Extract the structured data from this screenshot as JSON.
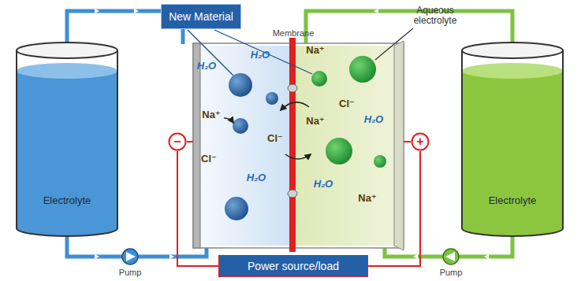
{
  "diagram": {
    "nodes": [
      {
        "text": [
          "New Material"
        ]
      },
      {
        "text": [
          "Electrolyte"
        ]
      },
      {
        "text": [
          "−"
        ]
      },
      {
        "text": [
          "+"
        ]
      },
      {
        "text": [
          "Electrolyte"
        ]
      },
      {
        "text": [
          "Power source/load"
        ]
      }
    ],
    "edges": [
      {
        "from": 5,
        "to": 2,
        "arrow": "none"
      },
      {
        "from": 5,
        "to": 3,
        "arrow": "none"
      }
    ],
    "labels": [
      "Membrane",
      "Aqueous electrolyte",
      "H₂O",
      "H₂O",
      "Na⁺",
      "Cl⁻",
      "Cl⁻",
      "H₂O",
      "Na⁺",
      "Na⁺",
      "Cl⁻",
      "H₂O",
      "H₂O",
      "Na⁺",
      "Pump",
      "Pump"
    ]
  }
}
